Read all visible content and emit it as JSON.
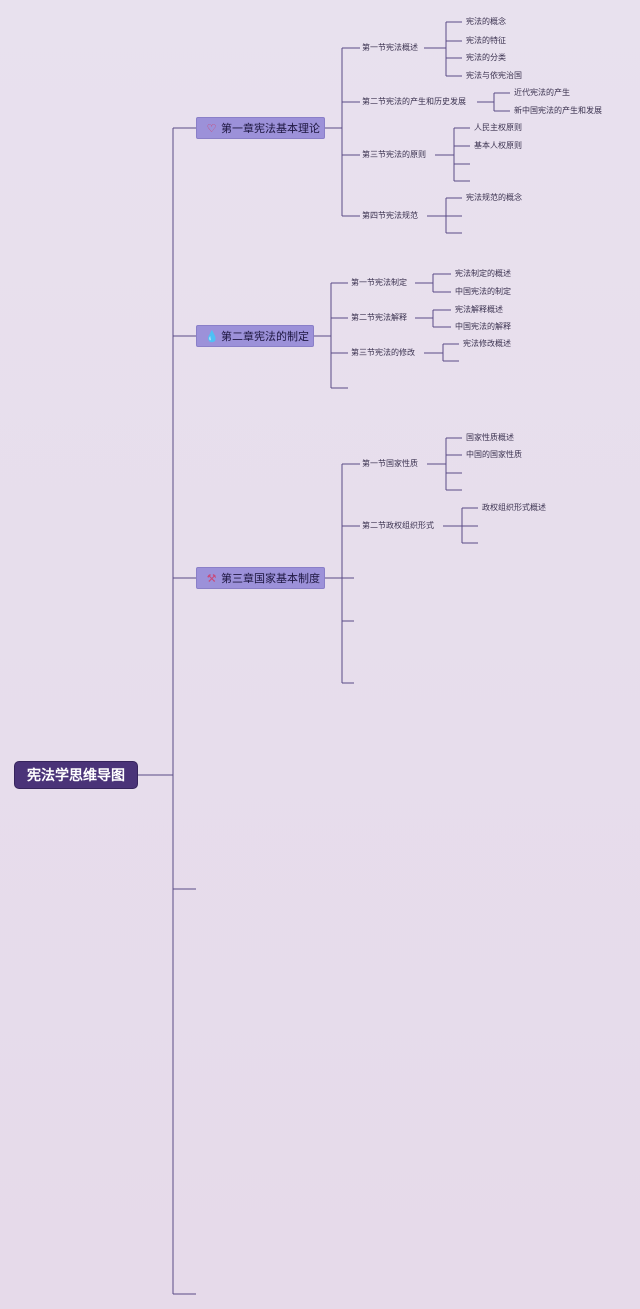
{
  "root": "宪法学思维导图",
  "chapters": [
    {
      "icon": "heart-icon",
      "glyph": "♡",
      "title": "第一章宪法基本理论",
      "sections": [
        {
          "title": "第一节宪法概述",
          "items": [
            "宪法的概念",
            "宪法的特征",
            "宪法的分类",
            "宪法与依宪治国"
          ]
        },
        {
          "title": "第二节宪法的产生和历史发展",
          "items": [
            "近代宪法的产生",
            "新中国宪法的产生和发展"
          ]
        },
        {
          "title": "第三节宪法的原则",
          "items": [
            "人民主权原则",
            "基本人权原则"
          ]
        },
        {
          "title": "第四节宪法规范",
          "items": [
            "宪法规范的概念"
          ]
        }
      ]
    },
    {
      "icon": "water-drop-icon",
      "glyph": "💧",
      "title": "第二章宪法的制定",
      "sections": [
        {
          "title": "第一节宪法制定",
          "items": [
            "宪法制定的概述",
            "中国宪法的制定"
          ]
        },
        {
          "title": "第二节宪法解释",
          "items": [
            "宪法解释概述",
            "中国宪法的解释"
          ]
        },
        {
          "title": "第三节宪法的修改",
          "items": [
            "宪法修改概述"
          ]
        }
      ]
    },
    {
      "icon": "tools-icon",
      "glyph": "⚒",
      "title": "第三章国家基本制度",
      "sections": [
        {
          "title": "第一节国家性质",
          "items": [
            "国家性质概述",
            "中国的国家性质"
          ]
        },
        {
          "title": "第二节政权组织形式",
          "items": [
            "政权组织形式概述"
          ]
        }
      ]
    }
  ],
  "colors": {
    "root_bg": "#4a3378",
    "chapter_bg": "#9c91d9",
    "line": "#5a4b86"
  }
}
